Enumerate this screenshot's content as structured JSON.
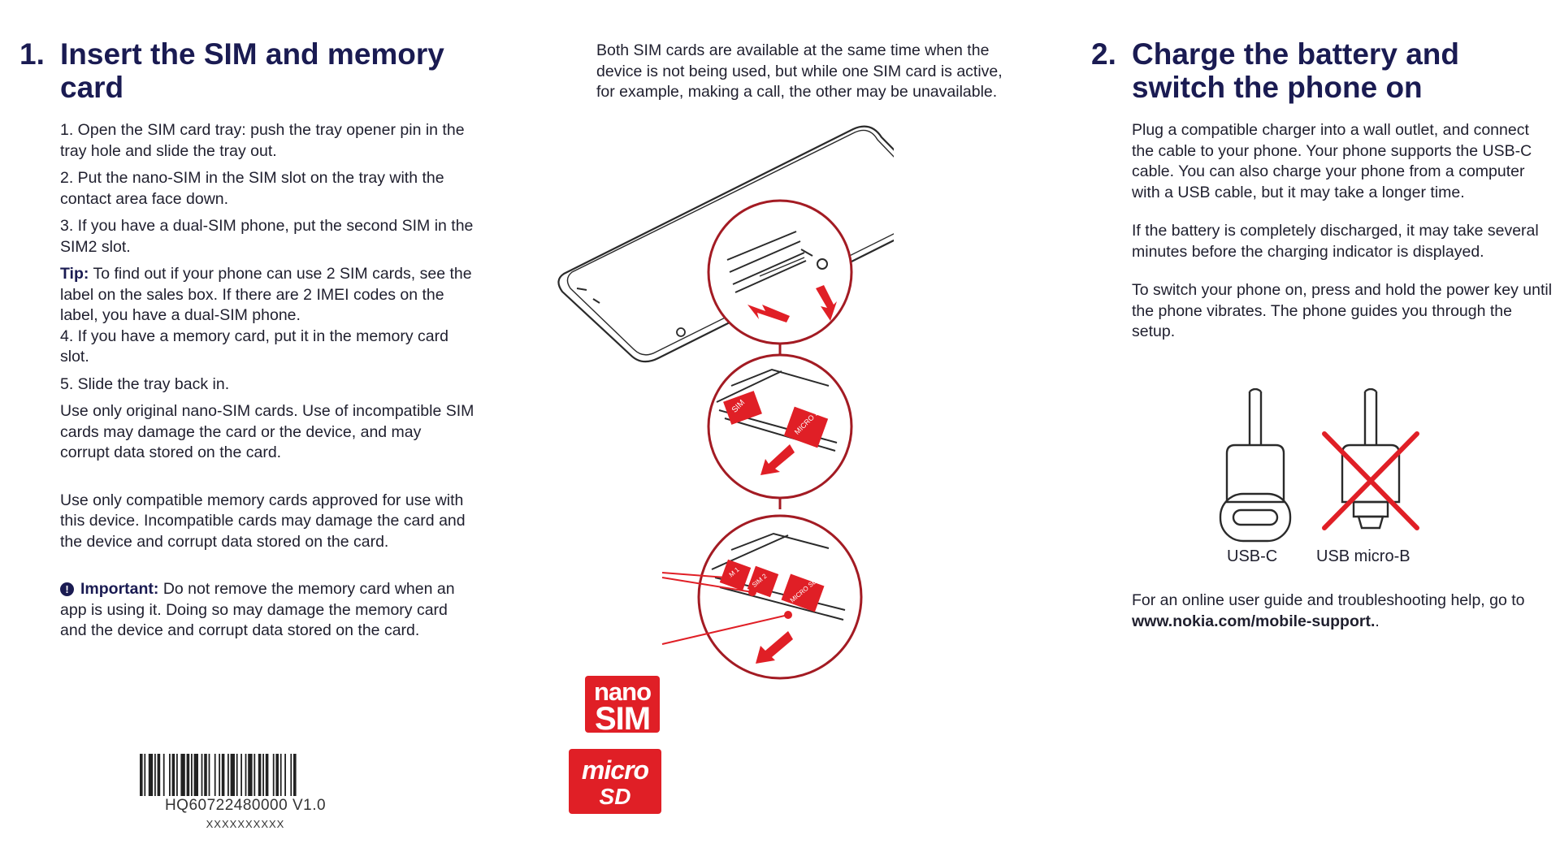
{
  "section1": {
    "number": "1.",
    "title": "Insert the SIM and memory card",
    "steps": [
      "1. Open the SIM card tray: push the tray opener pin in the tray hole and slide the tray out.",
      "2. Put the nano-SIM in the SIM slot on the tray with the contact area face down.",
      "3. If you have a dual-SIM phone, put the second SIM in the SIM2 slot."
    ],
    "tip_label": "Tip:",
    "tip_text": "To find out if your phone can use 2 SIM cards, see the label on the sales box. If there are 2 IMEI codes on the label, you have a dual-SIM phone.",
    "step4": "4. If you have a memory card, put it in the memory card slot.",
    "step5": "5. Slide the tray back in.",
    "warning_sim": "Use only original nano-SIM cards. Use of incompatible SIM cards may damage the card or the device, and may corrupt data stored on the card.",
    "warning_memory": "Use only compatible memory cards approved for use with this device. Incompatible cards may damage the card and the device and corrupt data stored on the card.",
    "important_label": "Important:",
    "important_text": "Do not remove the memory card when an app is using it. Doing so may damage the memory card and the device and corrupt data stored on the card."
  },
  "middle": {
    "note": "Both SIM cards are available at the same time when the device is not being used, but while one SIM card is active, for example, making a call, the other may be unavailable.",
    "nano_logo_line1": "nano",
    "nano_logo_line2": "SIM",
    "micro_logo_line1": "micro",
    "micro_logo_line2": "SD",
    "tray_label_sim": "SIM",
    "tray_label_sim1": "SIM 1",
    "tray_label_sim2": "SIM 2",
    "tray_label_microsd": "MICRO SD"
  },
  "section2": {
    "number": "2.",
    "title": "Charge the battery and switch the phone on",
    "para1": "Plug a compatible charger into a wall outlet, and connect the cable to your phone. Your phone supports the USB-C cable. You can also charge your phone from a computer with a USB cable, but it may take a longer time.",
    "para2": "If the battery is completely discharged, it may take several minutes before the charging indicator is displayed.",
    "para3": "To switch your phone on, press and hold the power key until the phone vibrates. The phone guides you through the setup.",
    "usb_c_label": "USB-C",
    "usb_micro_label": "USB micro-B",
    "support_prefix": "For an online user guide and troubleshooting help, go to",
    "support_url": "www.nokia.com/mobile-support.",
    "support_suffix": "."
  },
  "barcode": {
    "code": "HQ60722480000 V1.0",
    "sub": "XXXXXXXXXX"
  },
  "colors": {
    "heading": "#1a1b52",
    "accent_red": "#e01f26",
    "text": "#1f1f2e"
  }
}
